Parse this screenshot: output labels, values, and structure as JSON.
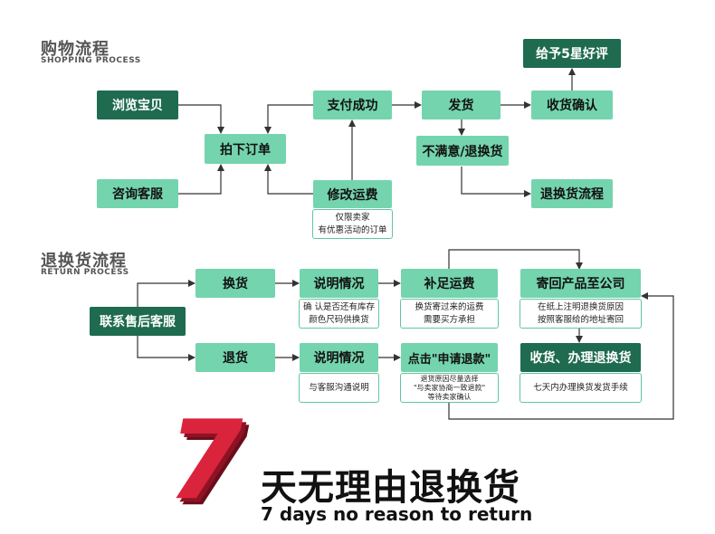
{
  "shopping": {
    "title_cn": "购物流程",
    "title_en": "SHOPPING PROCESS",
    "browse": "浏览宝贝",
    "consult": "咨询客服",
    "order": "拍下订单",
    "pay": "支付成功",
    "modify": "修改运费",
    "modify_note": [
      "仅限卖家",
      "有优惠活动的订单"
    ],
    "ship": "发货",
    "receive": "收货确认",
    "rate": "给予5星好评",
    "unsatisfied": "不满意/退换货",
    "return_flow": "退换货流程"
  },
  "returns": {
    "title_cn": "退换货流程",
    "title_en": "RETURN PROCESS",
    "contact": "联系售后客服",
    "exchange": "换货",
    "refund": "退货",
    "explain1": "说明情况",
    "explain1_note": [
      "确 认是否还有库存",
      "颜色尺码供换货"
    ],
    "explain2": "说明情况",
    "explain2_note": "与客服沟通说明",
    "pay_fee": "补足运费",
    "pay_fee_note": [
      "换货寄过来的运费",
      "需要买方承担"
    ],
    "apply": "点击\"申请退款\"",
    "apply_note": [
      "退货原因尽量选择",
      "\"与卖家协商一致退款\"",
      "等待卖家确认"
    ],
    "send_back": "寄回产品至公司",
    "send_back_note": [
      "在纸上注明退换货原因",
      "按照客服给的地址寄回"
    ],
    "process": "收货、办理退换货",
    "process_note": "七天内办理换货发货手续"
  },
  "banner": {
    "seven": "7",
    "headline": "天无理由退换货",
    "subtitle": "7 days no reason to return"
  },
  "colors": {
    "light": "#74d4ae",
    "dark": "#1e6b50",
    "accent_red": "#d9243c",
    "line": "#333333"
  }
}
